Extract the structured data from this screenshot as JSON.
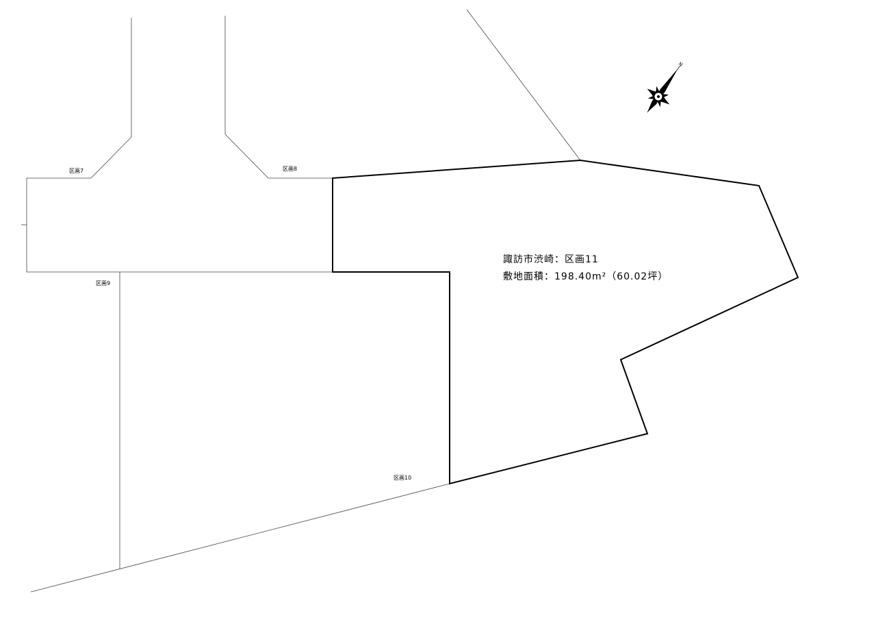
{
  "labels": {
    "lot7": "区画7",
    "lot8": "区画8",
    "lot9": "区画9",
    "lot10": "区画10"
  },
  "info": {
    "address": "諏訪市渋崎：区画11",
    "area": "敷地面積：198.40m²（60.02坪）"
  },
  "colors": {
    "line": "#000000",
    "thin": "#555555"
  }
}
